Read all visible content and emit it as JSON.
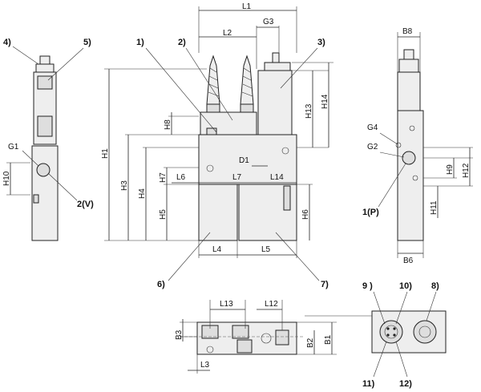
{
  "dims": {
    "L1": "L1",
    "L2": "L2",
    "G3": "G3",
    "B8": "B8",
    "H1": "H1",
    "H3": "H3",
    "H4": "H4",
    "H5": "H5",
    "H6": "H6",
    "H7": "H7",
    "H8": "H8",
    "H9": "H9",
    "H10": "H10",
    "H11": "H11",
    "H12": "H12",
    "H13": "H13",
    "H14": "H14",
    "L3": "L3",
    "L4": "L4",
    "L5": "L5",
    "L6": "L6",
    "L7": "L7",
    "L12": "L12",
    "L13": "L13",
    "L14": "L14",
    "D1": "D1",
    "G1": "G1",
    "G2": "G2",
    "G4": "G4",
    "B1": "B1",
    "B2": "B2",
    "B3": "B3",
    "B6": "B6"
  },
  "callouts": {
    "c1": "1)",
    "c2": "2)",
    "c3": "3)",
    "c4": "4)",
    "c5": "5)",
    "c6": "6)",
    "c7": "7)",
    "c8": "8)",
    "c9": "9  )",
    "c10": "10)",
    "c11": "11)",
    "c12": "12)",
    "c2v": "2(V)",
    "c1p": "1(P)"
  }
}
